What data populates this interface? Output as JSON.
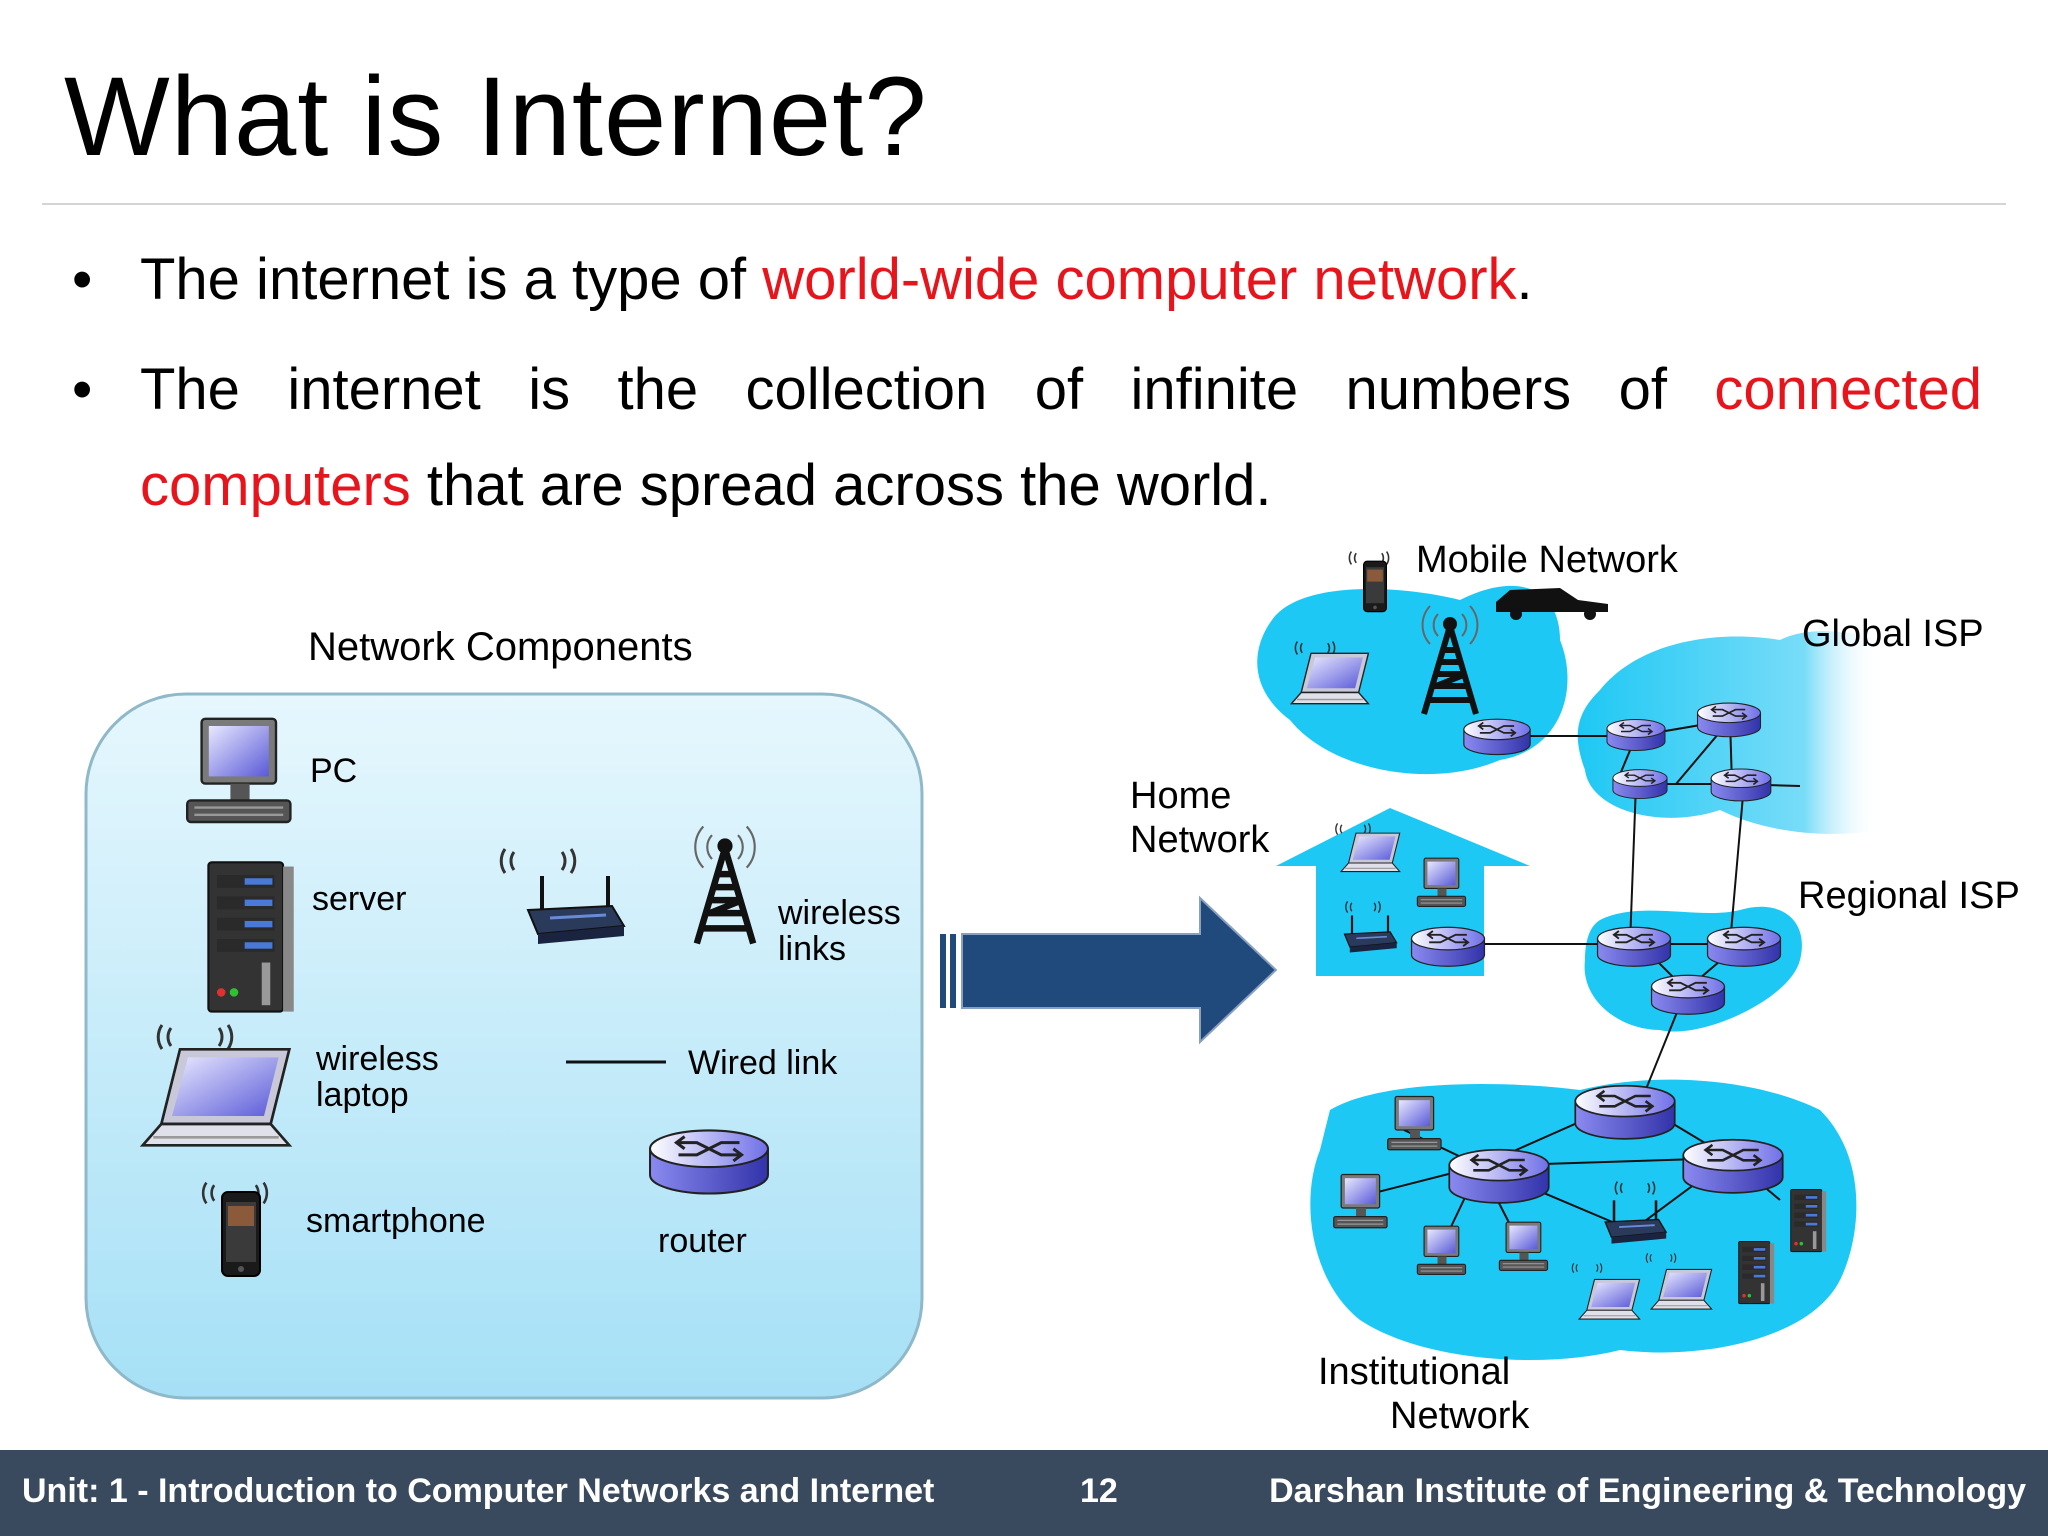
{
  "slide": {
    "title": "What is Internet?",
    "bullets": [
      {
        "pre": "The internet is a type of ",
        "highlight": "world-wide computer network",
        "post": "."
      },
      {
        "pre": "The internet is the collection of infinite numbers of ",
        "highlight": "connected computers",
        "post": " that are spread across the world."
      }
    ]
  },
  "components": {
    "heading": "Network Components",
    "pc": "PC",
    "server": "server",
    "wireless_links_1": "wireless",
    "wireless_links_2": "links",
    "wireless_laptop_1": "wireless",
    "wireless_laptop_2": "laptop",
    "wired_link": "Wired link",
    "smartphone": "smartphone",
    "router": "router"
  },
  "network": {
    "mobile": "Mobile Network",
    "global_isp": "Global ISP",
    "home_1": "Home",
    "home_2": "Network",
    "regional_isp": "Regional ISP",
    "institutional_1": "Institutional",
    "institutional_2": "Network"
  },
  "footer": {
    "unit": "Unit: 1 - Introduction to Computer Networks and Internet",
    "page": "12",
    "institute": "Darshan Institute of Engineering & Technology"
  },
  "colors": {
    "highlight": "#e8141b",
    "network_cloud": "#1ec8f4",
    "arrow": "#214a7c",
    "footer": "#3a4a5e",
    "router": "#6f6fe8"
  }
}
